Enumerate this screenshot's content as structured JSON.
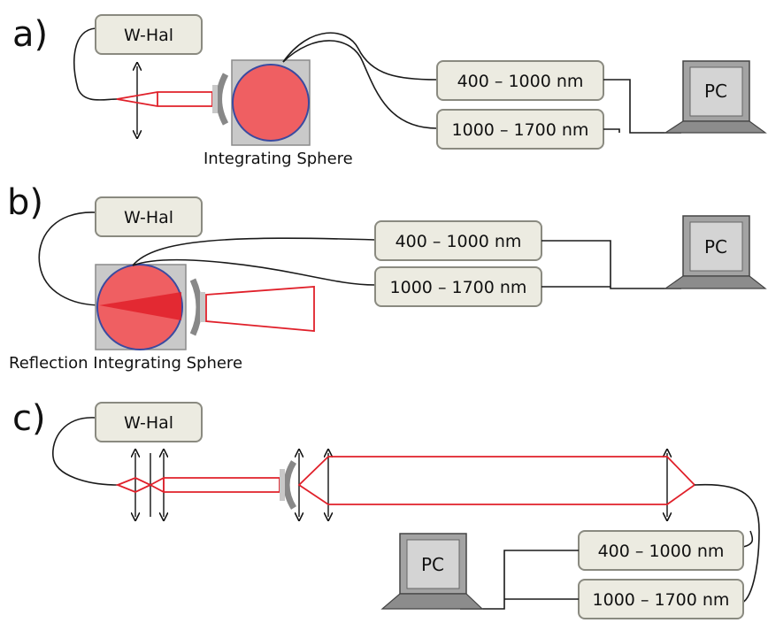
{
  "panels": {
    "a": {
      "label": "a)",
      "source": "W-Hal",
      "spectrometer_vis": "400 – 1000 nm",
      "spectrometer_nir": "1000 – 1700 nm",
      "computer": "PC",
      "caption": "Integrating Sphere"
    },
    "b": {
      "label": "b)",
      "source": "W-Hal",
      "spectrometer_vis": "400 – 1000 nm",
      "spectrometer_nir": "1000 – 1700 nm",
      "computer": "PC",
      "caption": "Reflection Integrating Sphere"
    },
    "c": {
      "label": "c)",
      "source": "W-Hal",
      "spectrometer_vis": "400 – 1000 nm",
      "spectrometer_nir": "1000 – 1700 nm",
      "computer": "PC"
    }
  },
  "colors": {
    "beam": "#e0202a",
    "sphere_fill": "#ef5f62",
    "sphere_outline": "#3a4aa0",
    "box_fill": "#ecebe1",
    "lens_holder": "#c8c8c8"
  }
}
